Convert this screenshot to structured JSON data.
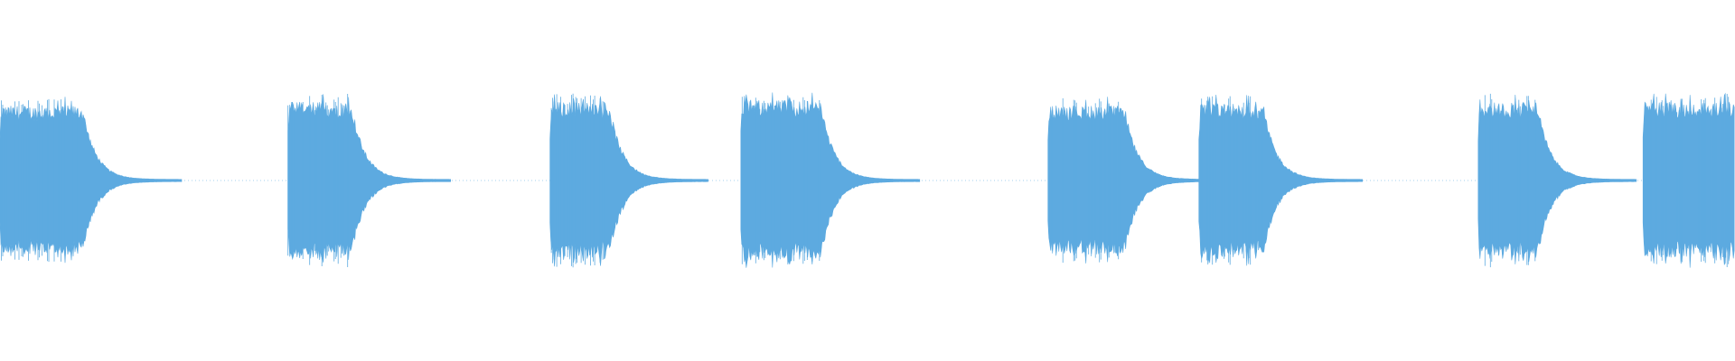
{
  "waveform": {
    "color": "#5DAAE0",
    "background": "#FFFFFF",
    "bursts": [
      {
        "start": 0.0,
        "end": 0.0475,
        "level": 0.4
      },
      {
        "start": 0.166,
        "end": 0.2025,
        "level": 0.42
      },
      {
        "start": 0.317,
        "end": 0.351,
        "level": 0.42
      },
      {
        "start": 0.427,
        "end": 0.473,
        "level": 0.43
      },
      {
        "start": 0.604,
        "end": 0.648,
        "level": 0.4
      },
      {
        "start": 0.691,
        "end": 0.728,
        "level": 0.41
      },
      {
        "start": 0.852,
        "end": 0.886,
        "level": 0.42
      },
      {
        "start": 0.947,
        "end": 1.0,
        "level": 0.42
      }
    ]
  }
}
